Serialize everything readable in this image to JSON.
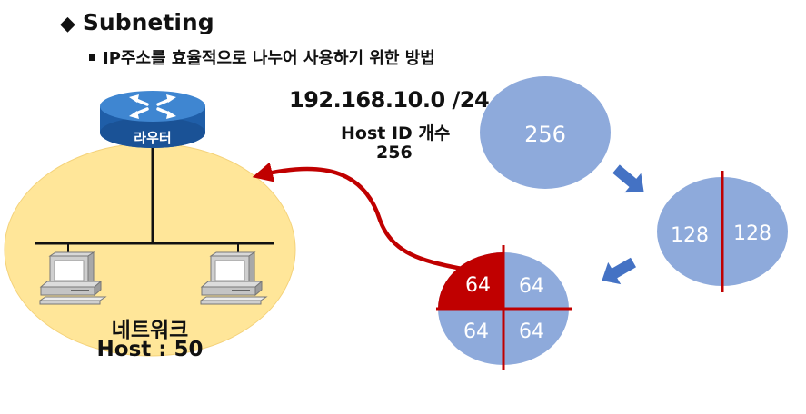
{
  "header": {
    "title": "Subneting",
    "subtitle": "IP주소를 효율적으로 나누어 사용하기 위한 방법"
  },
  "network": {
    "ip": "192.168.10.0 /24",
    "host_id_label": "Host ID 개수",
    "host_id_count": "256"
  },
  "router": {
    "label": "라우터"
  },
  "lan": {
    "name": "네트워크",
    "hosts": "Host : 50"
  },
  "circles": {
    "whole": "256",
    "halves": [
      "128",
      "128"
    ],
    "quarters": [
      "64",
      "64",
      "64",
      "64"
    ]
  },
  "colors": {
    "circle_fill": "#8eaadb",
    "highlight": "#c00000",
    "network_fill": "#ffe699",
    "arrow": "#4472c4"
  }
}
